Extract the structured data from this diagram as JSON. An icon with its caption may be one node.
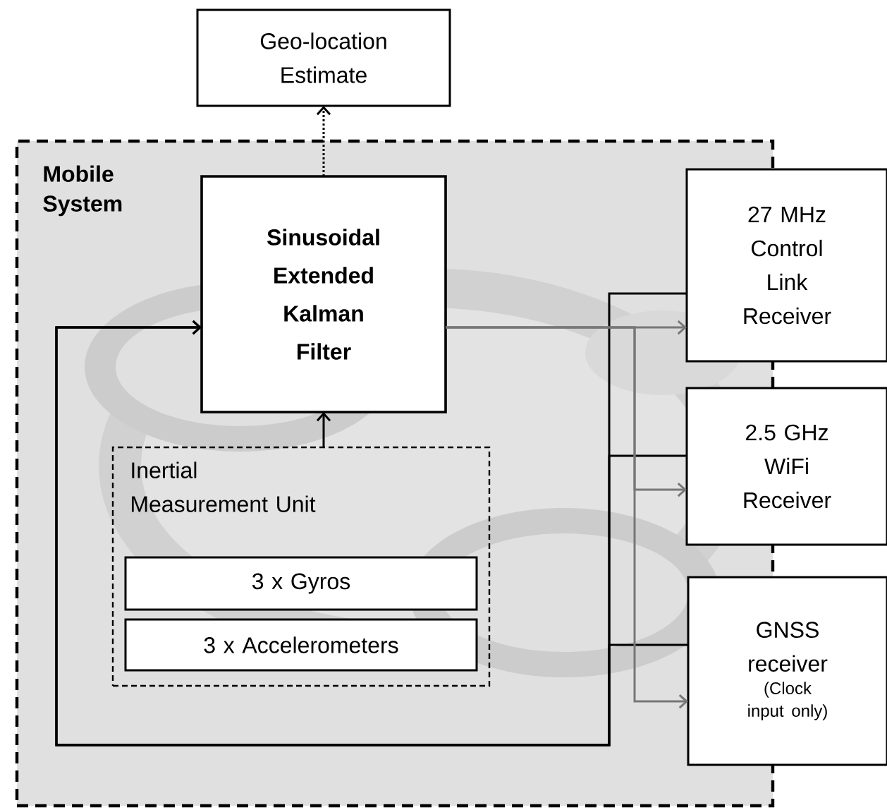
{
  "diagram": {
    "nodes": [
      {
        "text": [
          "Geo-location Estimate"
        ]
      },
      {
        "text": [
          "Mobile System"
        ]
      },
      {
        "text": [
          "Sinusoidal Extended Kalman Filter"
        ],
        "in": 1
      },
      {
        "text": [
          "Inertial Measurement Unit"
        ],
        "in": 1
      },
      {
        "text": [
          "3 x Gyros"
        ],
        "in": 3
      },
      {
        "text": [
          "3 x Accelerometers"
        ],
        "in": 3
      },
      {
        "text": [
          "27 MHz Control Link Receiver"
        ]
      },
      {
        "text": [
          "2.5 GHz WiFi Receiver"
        ]
      },
      {
        "text": [
          "GNSS receiver",
          "(Clock input only)"
        ]
      }
    ],
    "edges": [
      {
        "from": 2,
        "to": 0,
        "arrow": "to",
        "style": "dashed"
      },
      {
        "from": 3,
        "to": 2,
        "arrow": "to"
      },
      {
        "from": 6,
        "to": 2,
        "arrow": "to"
      },
      {
        "from": 7,
        "to": 2,
        "arrow": "to"
      },
      {
        "from": 8,
        "to": 2,
        "arrow": "to"
      },
      {
        "from": 2,
        "to": 6,
        "arrow": "to",
        "color": "#777777"
      },
      {
        "from": 2,
        "to": 7,
        "arrow": "to",
        "color": "#777777"
      },
      {
        "from": 2,
        "to": 8,
        "arrow": "to",
        "color": "#777777"
      }
    ]
  }
}
